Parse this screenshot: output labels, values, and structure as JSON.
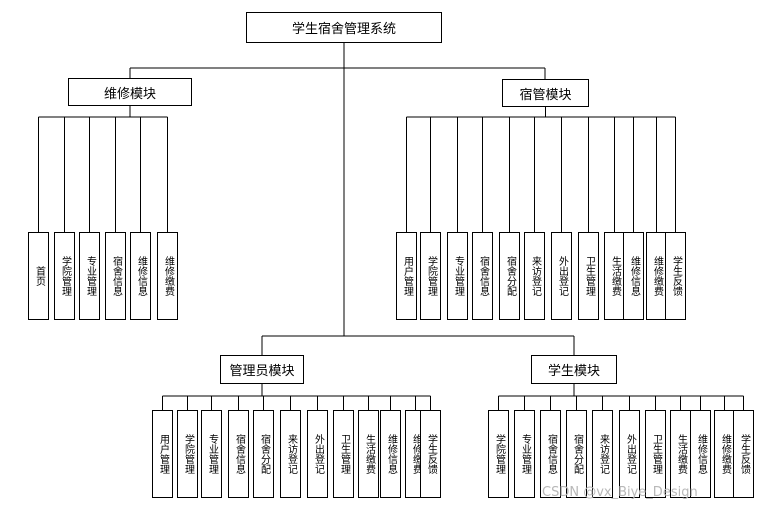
{
  "root": {
    "label": "学生宿舍管理系统"
  },
  "modules": [
    {
      "id": "weixiu",
      "label": "维修模块",
      "items": [
        "首页",
        "学院管理",
        "专业管理",
        "宿舍信息",
        "维修信息",
        "维修缴费"
      ]
    },
    {
      "id": "suguan",
      "label": "宿管模块",
      "items": [
        "用户管理",
        "学院管理",
        "专业管理",
        "宿舍信息",
        "宿舍分配",
        "来访登记",
        "外出登记",
        "卫生管理",
        "生活缴费",
        "维修信息",
        "维修缴费",
        "学生反馈"
      ]
    },
    {
      "id": "guanliyuan",
      "label": "管理员模块",
      "items": [
        "用户管理",
        "学院管理",
        "专业管理",
        "宿舍信息",
        "宿舍分配",
        "来访登记",
        "外出登记",
        "卫生管理",
        "生活缴费",
        "维修信息",
        "维修缴费",
        "学生反馈"
      ]
    },
    {
      "id": "xuesheng",
      "label": "学生模块",
      "items": [
        "学院管理",
        "专业管理",
        "宿舍信息",
        "宿舍分配",
        "来访登记",
        "外出登记",
        "卫生管理",
        "生活缴费",
        "维修信息",
        "维修缴费",
        "学生反馈"
      ]
    }
  ],
  "watermark": "CSDN @vx_Biye_Design"
}
